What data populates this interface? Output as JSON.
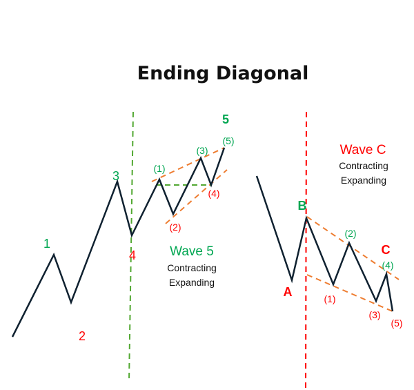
{
  "title": "Ending Diagonal",
  "colors": {
    "price_line": "#0f2130",
    "green": "#00a651",
    "red": "#ff0000",
    "orange": "#ee7d31",
    "green_dashed": "#52a832",
    "red_dashed": "#ff0000",
    "text_dark": "#111111"
  },
  "left_panel": {
    "wave_labels": {
      "w1": "1",
      "w2": "2",
      "w3": "3",
      "w4": "4",
      "w5": "5"
    },
    "sub_labels": {
      "s1": "(1)",
      "s2": "(2)",
      "s3": "(3)",
      "s4": "(4)",
      "s5": "(5)"
    },
    "caption": {
      "heading": "Wave 5",
      "line1": "Contracting",
      "line2": "Expanding"
    }
  },
  "right_panel": {
    "wave_labels": {
      "a": "A",
      "b": "B",
      "c": "C"
    },
    "sub_labels": {
      "s1": "(1)",
      "s2": "(2)",
      "s3": "(3)",
      "s4": "(4)",
      "s5": "(5)"
    },
    "caption": {
      "heading": "Wave C",
      "line1": "Contracting",
      "line2": "Expanding"
    }
  }
}
